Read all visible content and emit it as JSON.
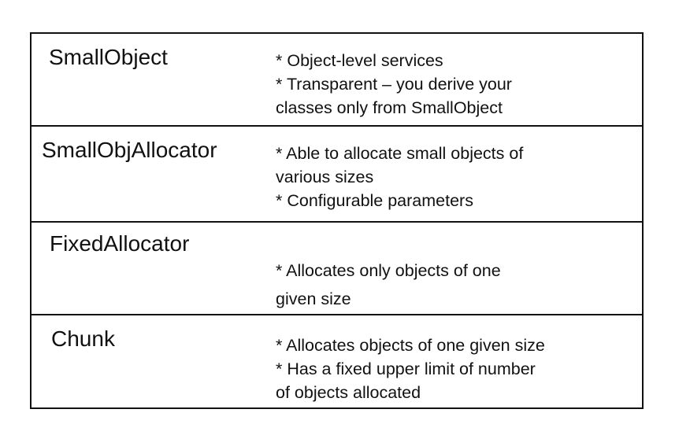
{
  "layers": [
    {
      "name": "SmallObject",
      "notes": [
        "* Object-level services",
        "* Transparent – you derive your",
        "classes only from SmallObject"
      ]
    },
    {
      "name": "SmallObjAllocator",
      "notes": [
        "* Able to allocate small objects of",
        "various sizes",
        "* Configurable parameters"
      ]
    },
    {
      "name": "FixedAllocator",
      "notes": [
        "* Allocates only objects of one",
        "given size"
      ]
    },
    {
      "name": "Chunk",
      "notes": [
        "* Allocates objects of one given size",
        "* Has a fixed upper limit of number",
        "of objects allocated"
      ]
    }
  ]
}
